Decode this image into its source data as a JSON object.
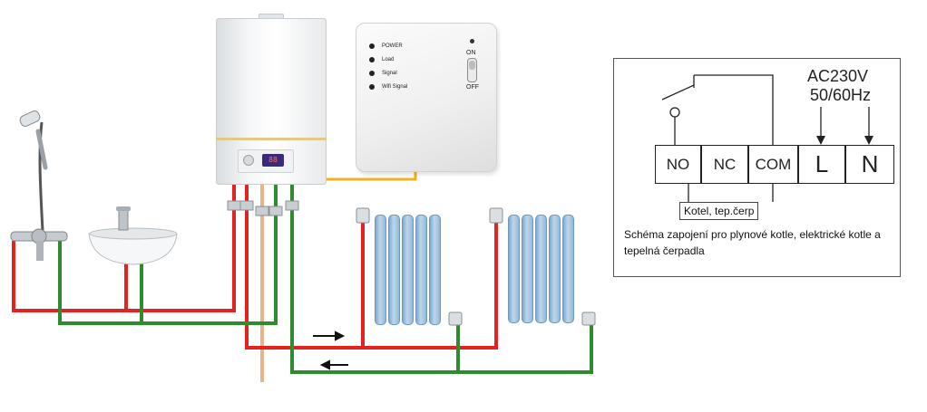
{
  "receiver": {
    "leds": [
      "POWER",
      "Load",
      "Signal",
      "Wifi Signal"
    ],
    "switch_on": "ON",
    "switch_off": "OFF"
  },
  "boiler": {
    "display_text": "88"
  },
  "wiring": {
    "terminals": [
      "NO",
      "NC",
      "COM",
      "L",
      "N"
    ],
    "supply_voltage": "AC230V",
    "supply_frequency": "50/60Hz",
    "load_label": "Kotel, tep.čerp",
    "caption": "Schéma zapojení pro plynové kotle, elektrické kotle a tepelná čerpadla"
  },
  "colors": {
    "hot_pipe": "#e32222",
    "return_pipe": "#2e8b2e",
    "gas_pipe": "#e9b38a",
    "signal_cable": "#f2b21c",
    "radiator": "#9dc1df"
  }
}
